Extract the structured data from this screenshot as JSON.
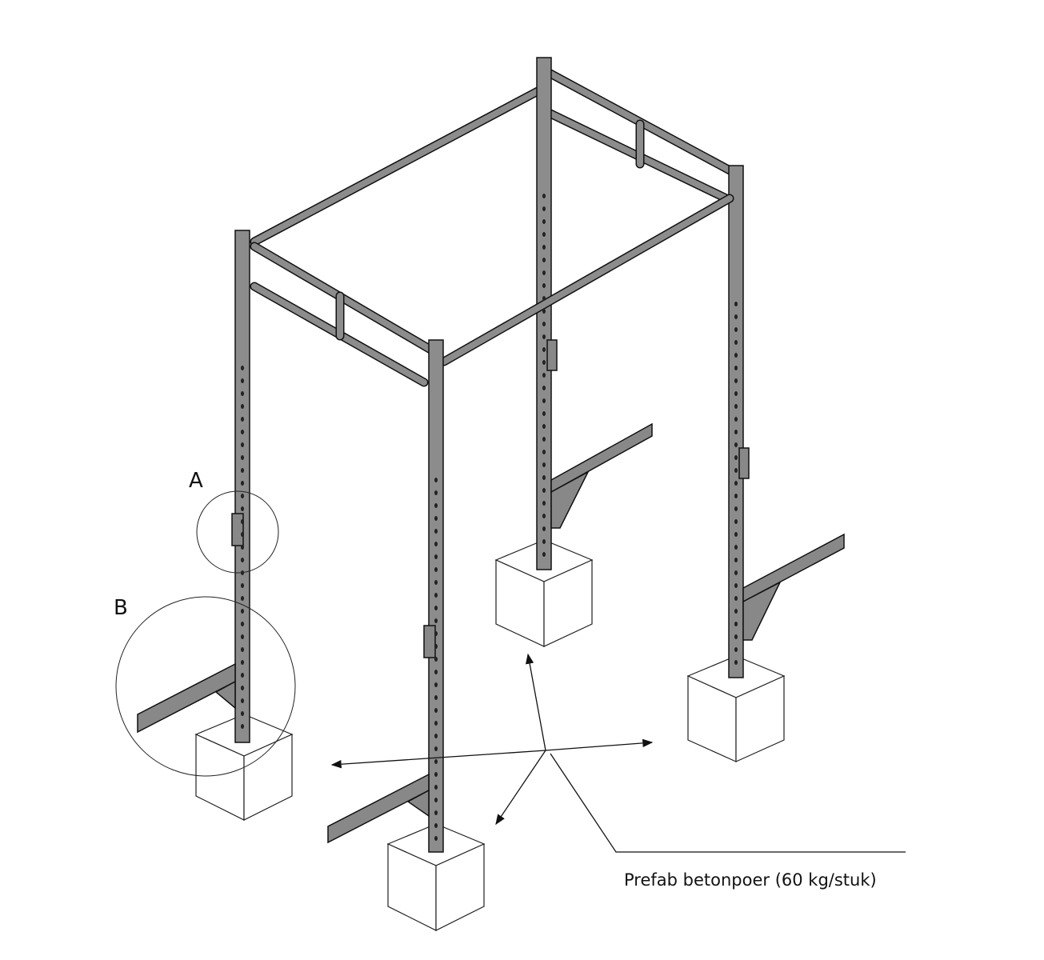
{
  "callouts": {
    "a": "A",
    "b": "B"
  },
  "note": "Prefab betonpoer (60 kg/stuk)",
  "colors": {
    "steel": "#8c8c8c",
    "line": "#111111",
    "concrete": "#ffffff"
  }
}
